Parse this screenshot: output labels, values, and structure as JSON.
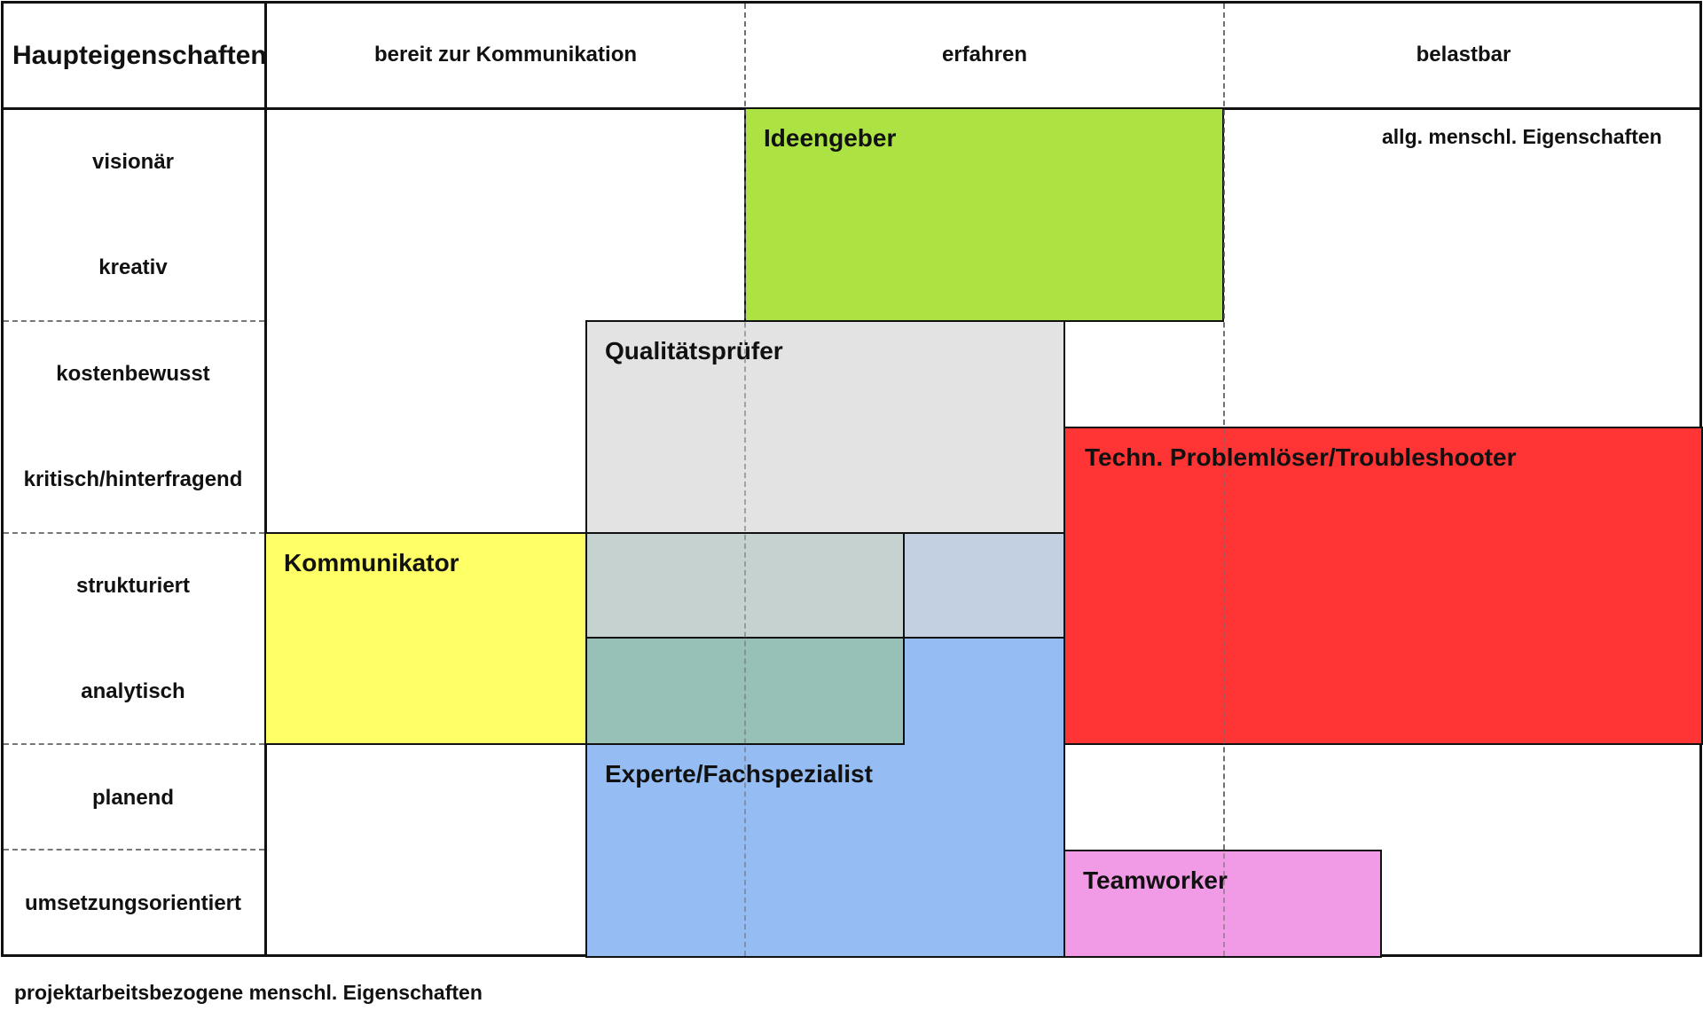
{
  "header": {
    "corner": "Haupteigenschaften",
    "columns": [
      "bereit zur Kommunikation",
      "erfahren",
      "belastbar"
    ]
  },
  "rows": [
    "visionär",
    "kreativ",
    "kostenbewusst",
    "kritisch/hinterfragend",
    "strukturiert",
    "analytisch",
    "planend",
    "umsetzungsorientiert"
  ],
  "roles": {
    "ideengeber": "Ideengeber",
    "qualitaetspruefer": "Qualitätsprüfer",
    "problemloeser": "Techn. Problemlöser/Troubleshooter",
    "kommunikator": "Kommunikator",
    "experte": "Experte/Fachspezialist",
    "teamworker": "Teamworker"
  },
  "notes": {
    "general": "allg. menschl. Eigenschaften",
    "project": "projektarbeitsbezogene menschl. Eigenschaften"
  },
  "colors": {
    "ideengeber": "#ace241",
    "qualitaetspruefer": "#e3e3e3",
    "problemloeser": "#ff3535",
    "kommunikator": "#ffff66",
    "experte": "#95bdf3",
    "teamworker": "#f19ae6",
    "overlap_kommunikator_pruefer": "#c6d2cf",
    "overlap_pruefer_experte": "#c3d0e1",
    "overlap_three": "#97c0b6"
  }
}
